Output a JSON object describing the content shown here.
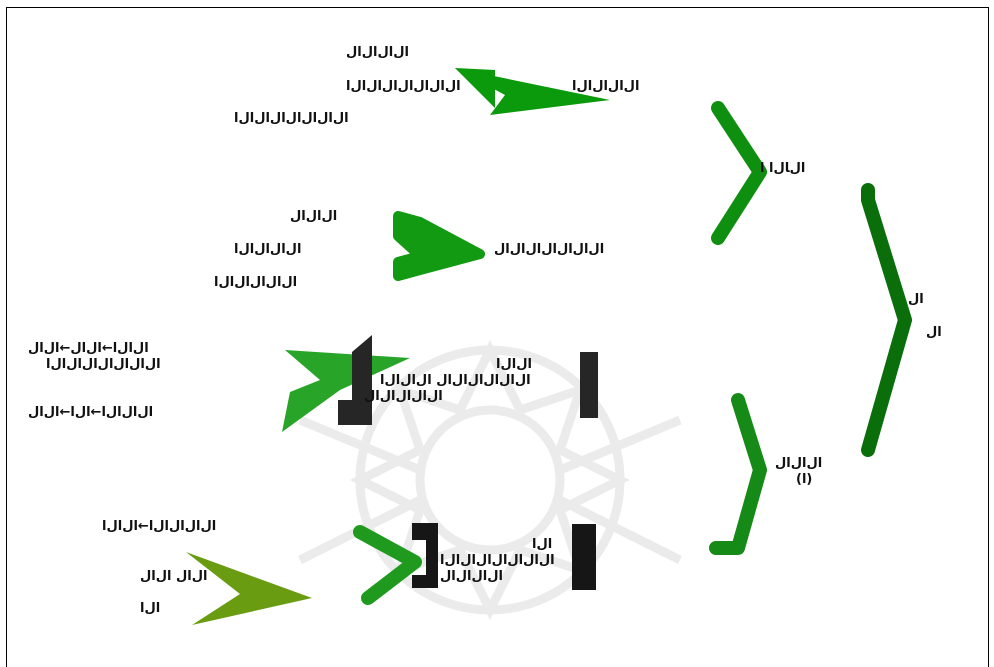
{
  "diagram": {
    "root": {
      "labels": [
        "ﺍﻝ",
        "ﺍﻝ"
      ]
    },
    "group_top": {
      "label": "ﺍﻝﺎﻝﺍ ﺍ"
    },
    "group_bottom": {
      "label": "ﺍﻝﺍﻝﺍﻝ",
      "sub": "(ﺍ)"
    },
    "node_a": {
      "lines": [
        "ﺍﻝﺍﻝﺍﻝﺍﻝ",
        "ﺍﻝﺍﻝﺍﻝﺍﻝﺍﻝﺍﻝﺍﻝﺍ",
        "ﺍﻝﺍﻝﺍﻝﺍﻝﺍﻝﺍﻝﺍﻝﺍ"
      ],
      "target": "ﺍﻝﺍﻝﺍﻝﺍﻝﺍ"
    },
    "node_b": {
      "lines": [
        "ﺍﻝﺍﻝﺍﻝ",
        "ﺍﻝﺍﻝﺍﻝﺍﻝﺍ",
        "ﺍﻝﺍﻝﺍﻝﺍﻝﺍﻝﺍ"
      ],
      "target": "ﺍﻝﺍﻝﺍﻝﺍﻝﺍﻝﺍﻝﺍﻝ"
    },
    "node_c": {
      "lines": [
        "ﺍﻝﺍﻝﺍ←ﺍﻝﺍﻝ←ﺍﻝﺍﻝ",
        "ﺍﻝﺍﻝﺍﻝﺍﻝﺍﻝﺍﻝﺍﻝﺍ",
        "ﺍﻝﺍﻝﺍﻝﺍ←ﺍﻝﺍ←ﺍﻝﺍﻝ"
      ],
      "target_lines": [
        "ﺍﻝﺍﻝﺍ",
        "ﺍﻝﺍﻝﺍﻝﺍﻝﺍﻝﺍﻝ ﺍﻝﺍﻝﺍﻝﺍ",
        "ﺍﻝﺍﻝﺍﻝﺍﻝﺍﻝ"
      ]
    },
    "node_d": {
      "lines": [
        "ﺍﻝﺍﻝﺍﻝﺍﻝﺍ←ﺍﻝﺍﻝﺍ",
        "ﺍﻝﺍﻝ ﺍﻝﺍﻝ",
        "ﺍﻝﺍ"
      ],
      "target_lines": [
        "ﺍﻝﺍ",
        "ﺍﻝﺍﻝﺍﻝﺍﻝﺍﻝﺍﻝﺍﻝﺍ",
        "ﺍﻝﺍﻝﺍﻝﺍﻝ"
      ]
    },
    "colors": {
      "arrow_bright": "#0b9a0b",
      "arrow_mid": "#1f9a1f",
      "arrow_olive": "#6a9c12",
      "bracket_dark": "#0a6e0a",
      "bracket_green": "#168a16",
      "paren_black": "#222222"
    }
  }
}
